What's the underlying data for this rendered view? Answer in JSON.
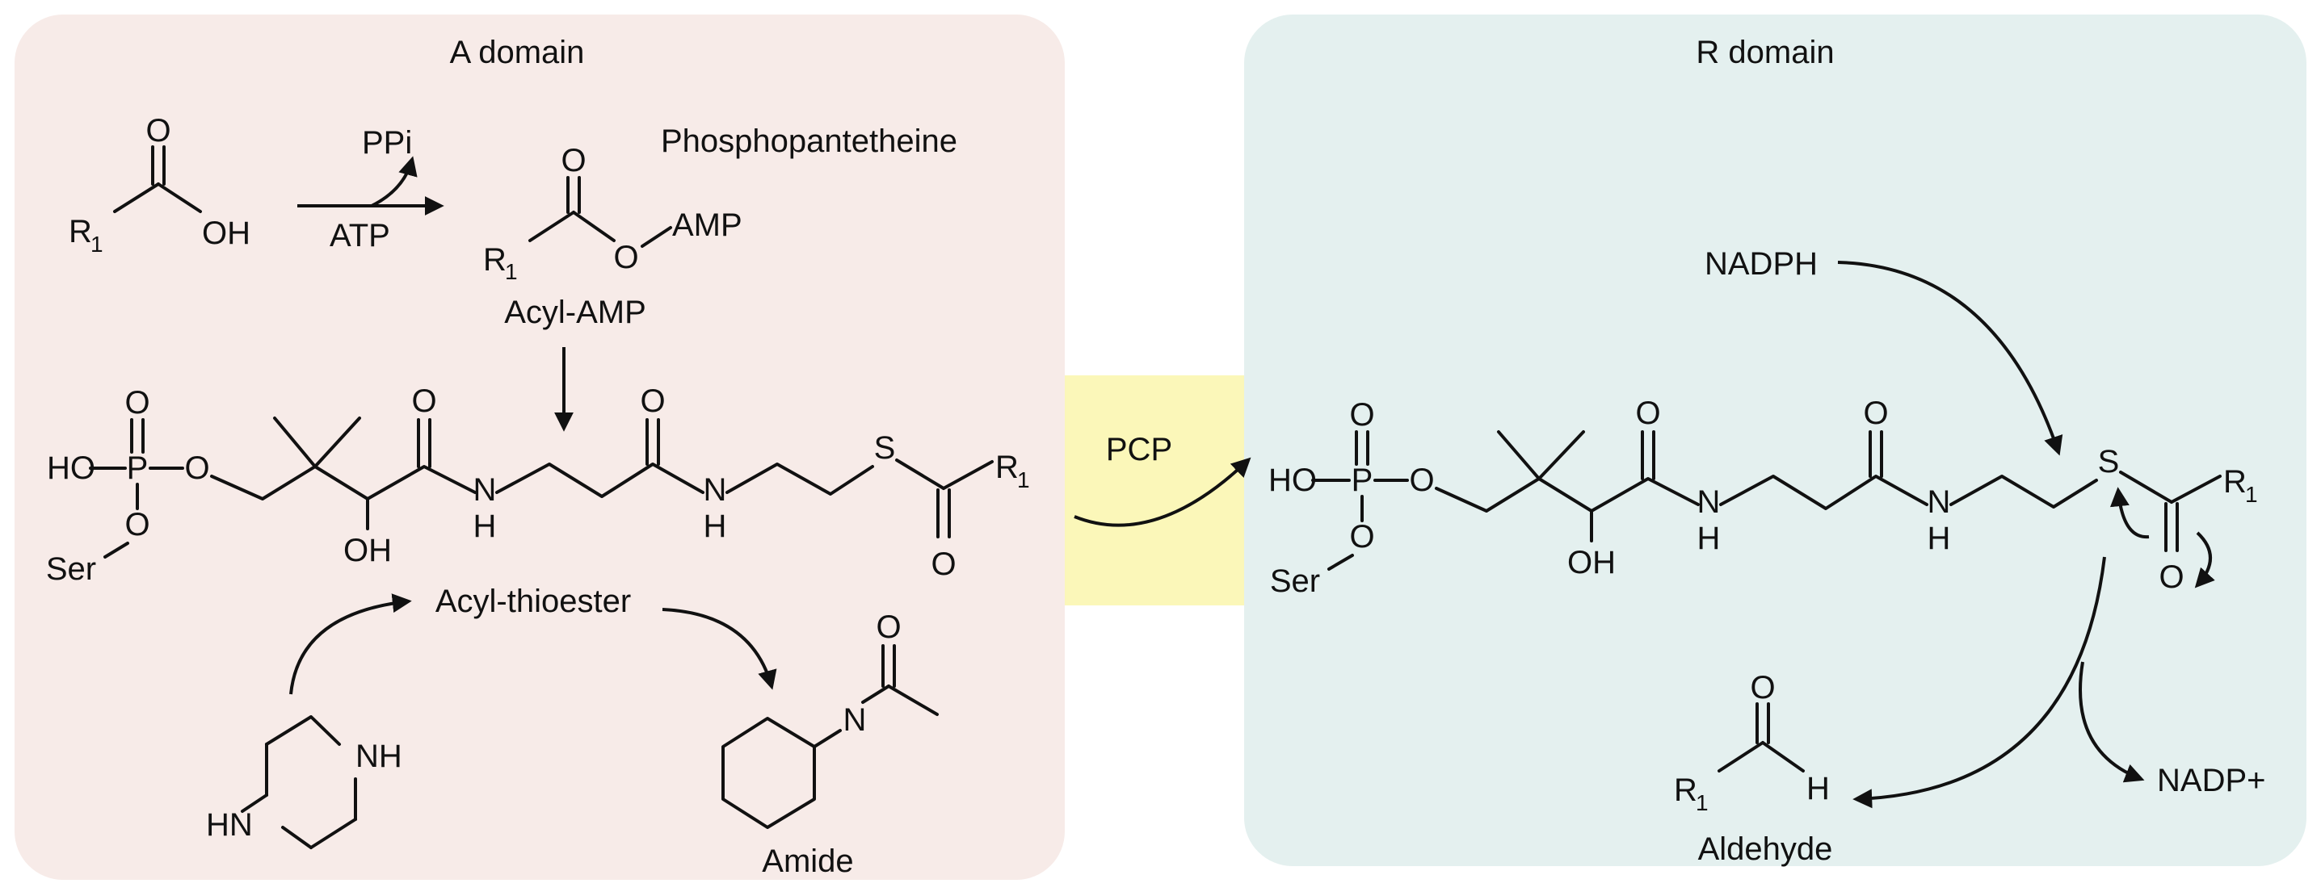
{
  "colors": {
    "a_domain_bg": "#f7ebe8",
    "r_domain_bg": "#e4f0ef",
    "pcp_bg": "#fbf7b9",
    "ink": "#111111"
  },
  "a_domain": {
    "title": "A domain",
    "phosphopantetheine_label": "Phosphopantetheine",
    "acyl_amp_label": "Acyl-AMP",
    "acyl_thioester_label": "Acyl-thioester",
    "amide_label": "Amide",
    "ppi_label": "PPi",
    "atp_label": "ATP",
    "amp_label": "AMP"
  },
  "r_domain": {
    "title": "R domain",
    "nadph_label": "NADPH",
    "nadp_label": "NADP+",
    "aldehyde_label": "Aldehyde"
  },
  "pcp": {
    "label": "PCP"
  },
  "atoms": {
    "O": "O",
    "OH": "OH",
    "HO": "HO",
    "P": "P",
    "N": "N",
    "H": "H",
    "S": "S",
    "R": "R",
    "sub1": "1",
    "Ser": "Ser",
    "NH": "NH",
    "HN": "HN"
  }
}
